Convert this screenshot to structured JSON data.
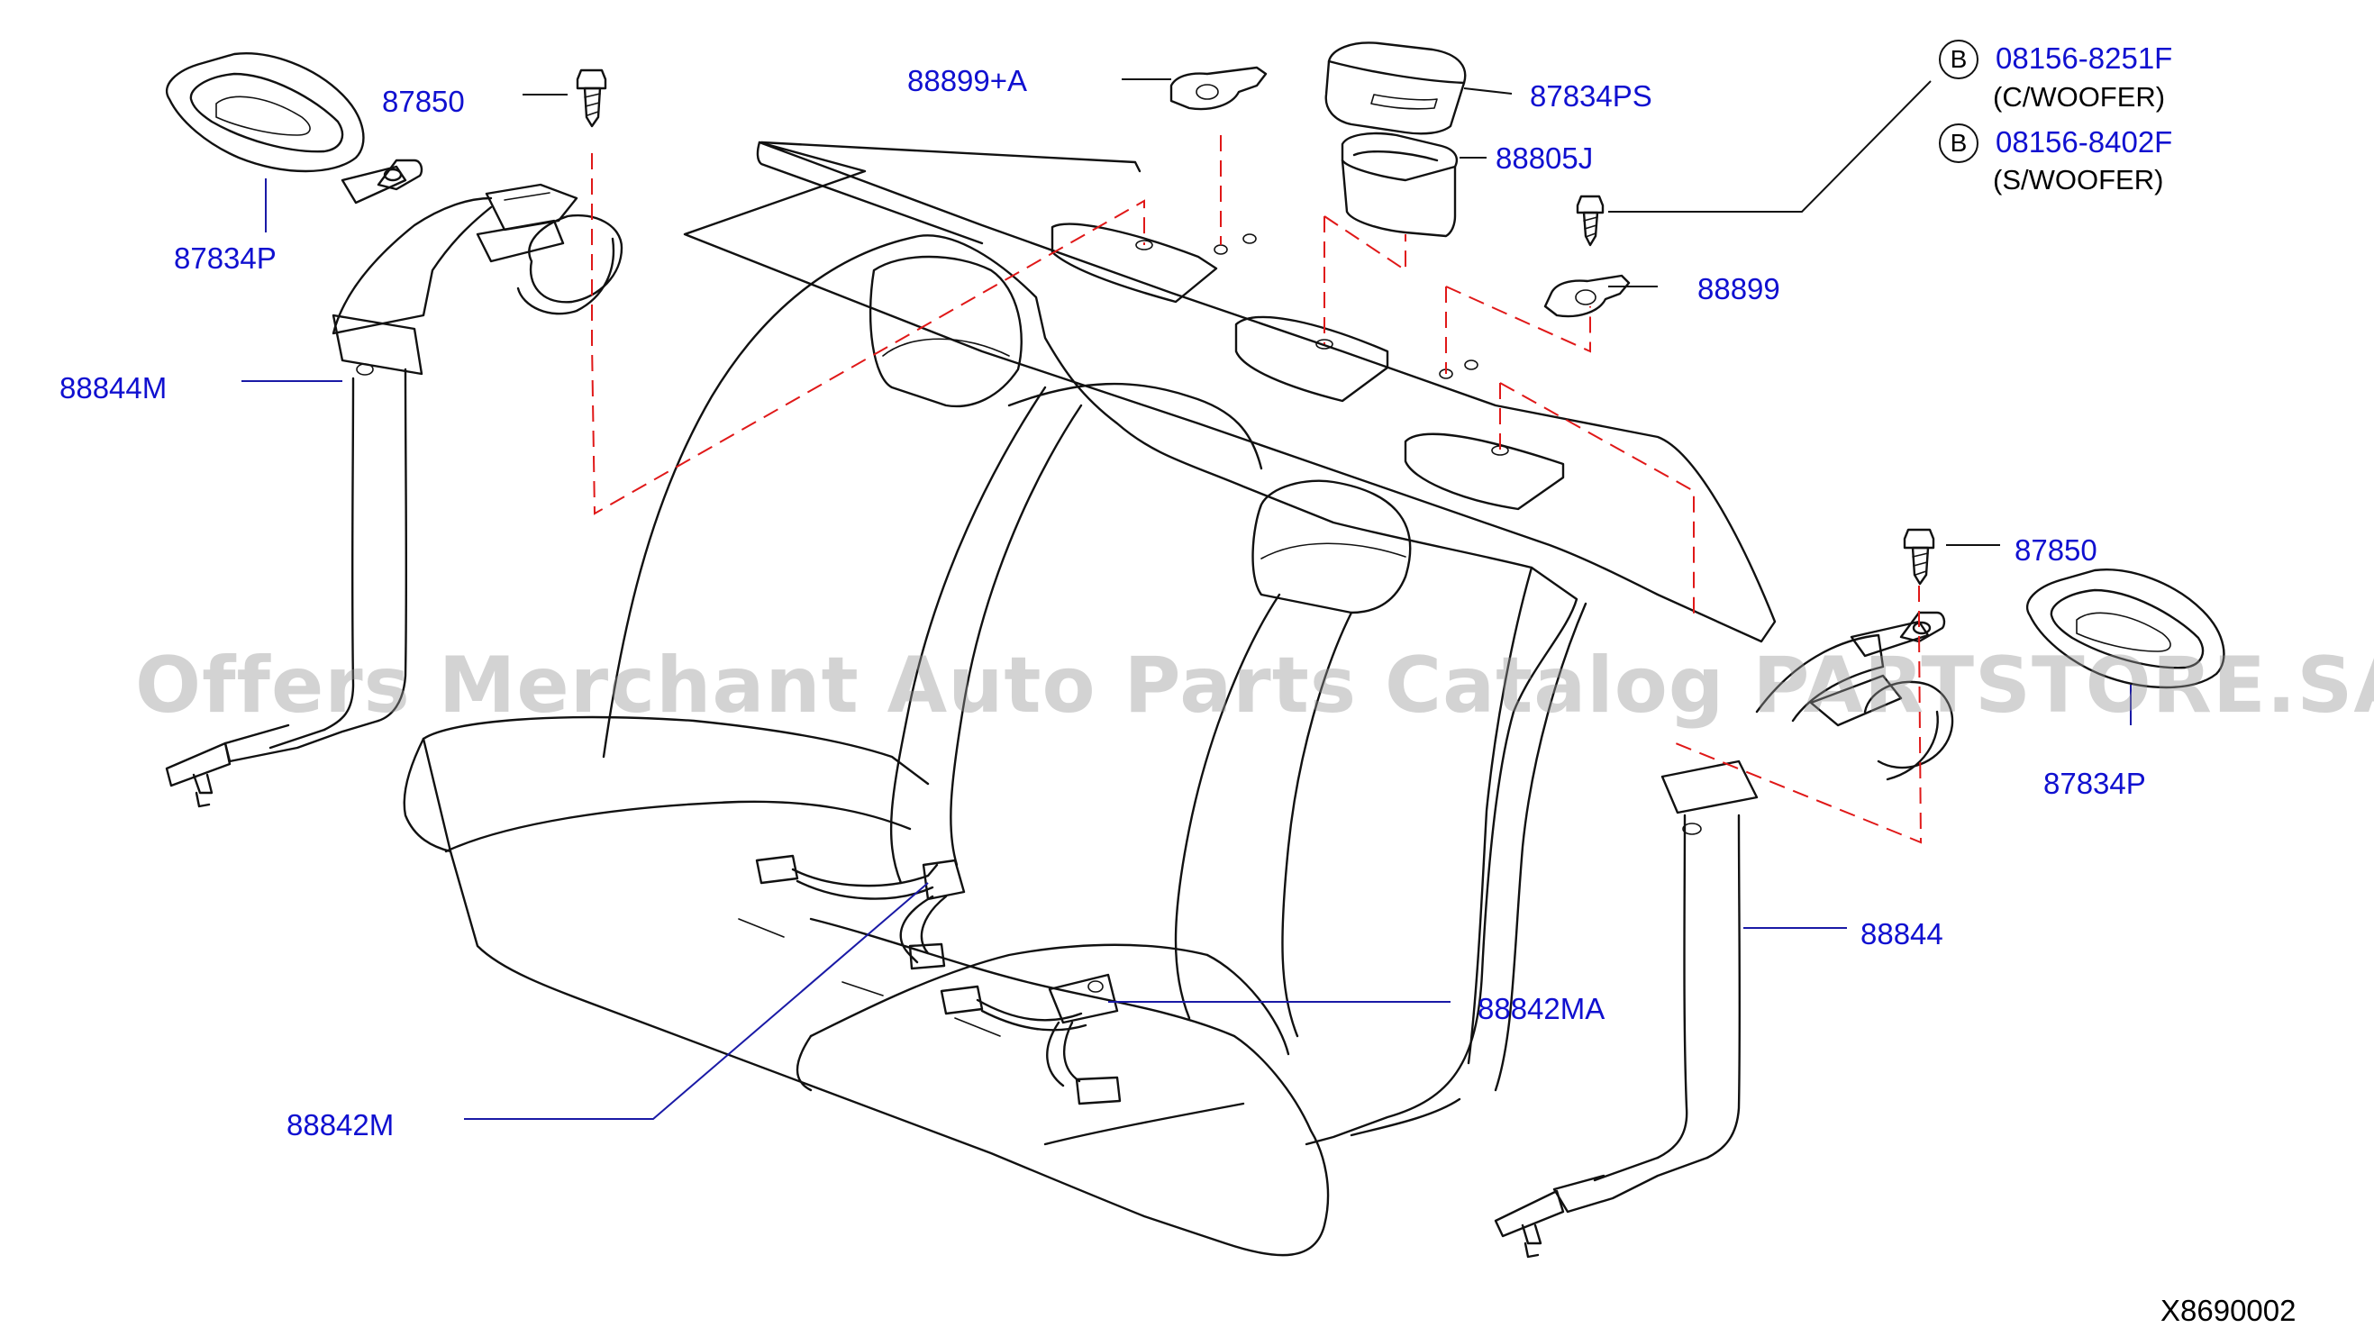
{
  "labels": {
    "l87850_left": "87850",
    "l87834p_left": "87834P",
    "l88844m": "88844M",
    "l88899a": "88899+A",
    "l87834ps": "87834PS",
    "l88805j": "88805J",
    "l88899": "88899",
    "l87850_right": "87850",
    "l87834p_right": "87834P",
    "l88844": "88844",
    "l88842ma": "88842MA",
    "l88842m": "88842M"
  },
  "bolt_refs": [
    {
      "badge": "B",
      "part": "08156-8251F",
      "note": "(C/WOOFER)"
    },
    {
      "badge": "B",
      "part": "08156-8402F",
      "note": "(S/WOOFER)"
    }
  ],
  "watermark": "Offers Merchant Auto Parts Catalog PARTSTORE.SA",
  "figure_id": "X8690002",
  "colors": {
    "label": "#1010d0",
    "dashed_line": "#e01818",
    "line": "#111111"
  }
}
